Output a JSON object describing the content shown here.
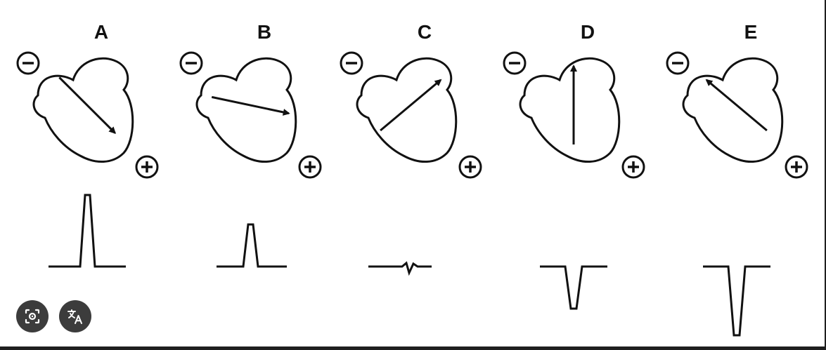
{
  "panels": [
    {
      "letter": "A",
      "minus": "−",
      "plus": "+",
      "arrow_angle_deg": 45,
      "wave": "tall-positive"
    },
    {
      "letter": "B",
      "minus": "−",
      "plus": "+",
      "arrow_angle_deg": 12,
      "wave": "small-positive"
    },
    {
      "letter": "C",
      "minus": "−",
      "plus": "+",
      "arrow_angle_deg": -40,
      "wave": "biphasic"
    },
    {
      "letter": "D",
      "minus": "−",
      "plus": "+",
      "arrow_angle_deg": -90,
      "wave": "small-negative"
    },
    {
      "letter": "E",
      "minus": "−",
      "plus": "+",
      "arrow_angle_deg": -140,
      "wave": "deep-negative"
    }
  ],
  "colors": {
    "ink": "#111111",
    "button_bg": "#3c3c3c",
    "button_fg": "#ffffff",
    "frame_bg": "#1f1f1f"
  },
  "overlay_buttons": [
    {
      "name": "visual-search-button",
      "icon": "lens-icon"
    },
    {
      "name": "translate-button",
      "icon": "translate-icon"
    }
  ]
}
